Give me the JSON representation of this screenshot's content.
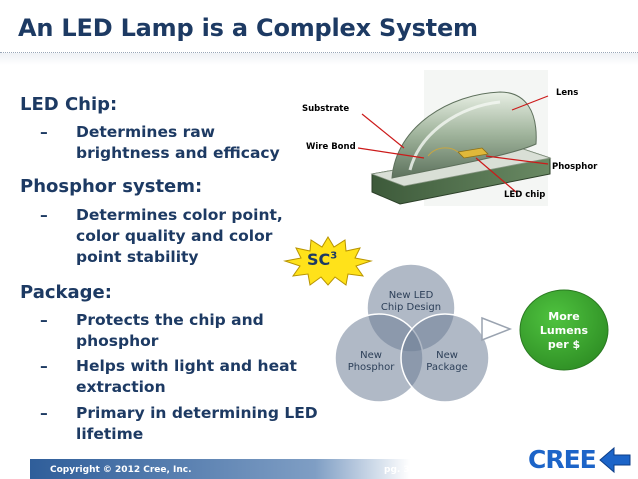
{
  "slide": {
    "title": "An LED Lamp is a Complex System",
    "sections": [
      {
        "heading": "LED Chip:",
        "bullets": [
          [
            "Determines raw",
            "brightness and efficacy"
          ]
        ]
      },
      {
        "heading": "Phosphor system:",
        "bullets": [
          [
            "Determines color point,",
            "color quality and color",
            "point stability"
          ]
        ]
      },
      {
        "heading": "Package:",
        "bullets": [
          [
            "Protects the chip and",
            "phosphor"
          ],
          [
            "Helps with light and heat",
            "extraction"
          ],
          [
            "Primary in determining LED",
            "lifetime"
          ]
        ]
      }
    ],
    "bullet_dash": "–"
  },
  "diagram": {
    "labels": {
      "substrate": "Substrate",
      "wire_bond": "Wire Bond",
      "lens": "Lens",
      "phosphor": "Phosphor",
      "led_chip": "LED chip"
    },
    "badge": {
      "base": "SC",
      "sup": "3"
    },
    "venn": {
      "top": [
        "New LED",
        "Chip Design"
      ],
      "left": [
        "New",
        "Phosphor"
      ],
      "right": [
        "New",
        "Package"
      ]
    },
    "result": [
      "More",
      "Lumens",
      "per $"
    ]
  },
  "footer": {
    "copyright": "Copyright © 2012 Cree, Inc.",
    "page": "pg. 3",
    "logo": "CREE"
  },
  "colors": {
    "title": "#1d3a63",
    "venn_fill": "#6f7f98",
    "result_green": "#3aa62f",
    "arrow_red": "#cc1a1a",
    "badge_yellow": "#ffe21a",
    "footer_blue": "#2f5e9a",
    "logo_blue": "#1c64c8"
  }
}
